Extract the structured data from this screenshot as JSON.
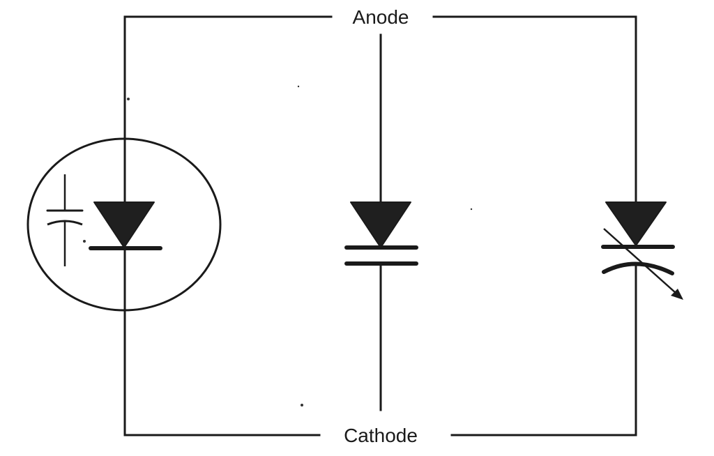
{
  "labels": {
    "top": "Anode",
    "bottom": "Cathode"
  },
  "symbols": [
    {
      "name": "diode-in-circle-with-capacitor-symbol"
    },
    {
      "name": "varactor-diode-symbol"
    },
    {
      "name": "variable-capacitance-diode-symbol"
    }
  ],
  "colors": {
    "ink": "#1a1a1a",
    "background": "#ffffff"
  }
}
